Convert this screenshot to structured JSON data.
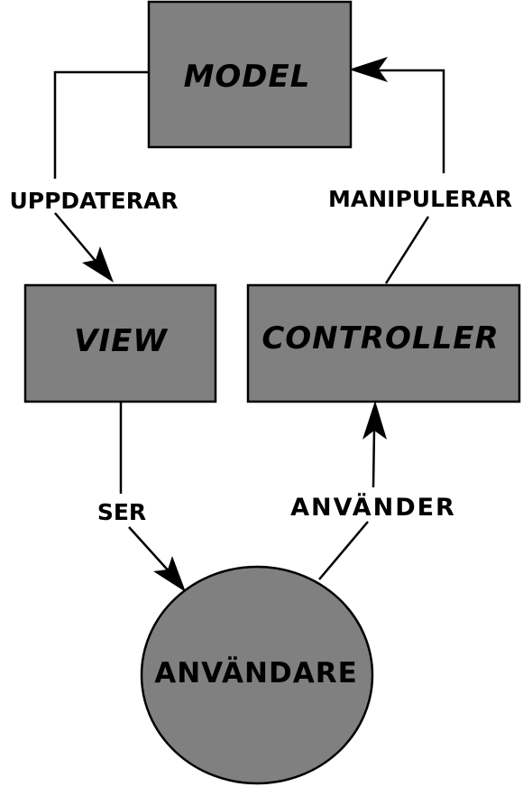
{
  "colors": {
    "node_fill": "#808080",
    "stroke": "#000000",
    "background": "#ffffff"
  },
  "nodes": {
    "model": "MODEL",
    "view": "VIEW",
    "controller": "CONTROLLER",
    "user": "ANVÄNDARE"
  },
  "edges": {
    "model_to_view": "UPPDATERAR",
    "controller_to_model": "MANIPULERAR",
    "view_to_user": "SER",
    "user_to_controller": "ANVÄNDER"
  }
}
